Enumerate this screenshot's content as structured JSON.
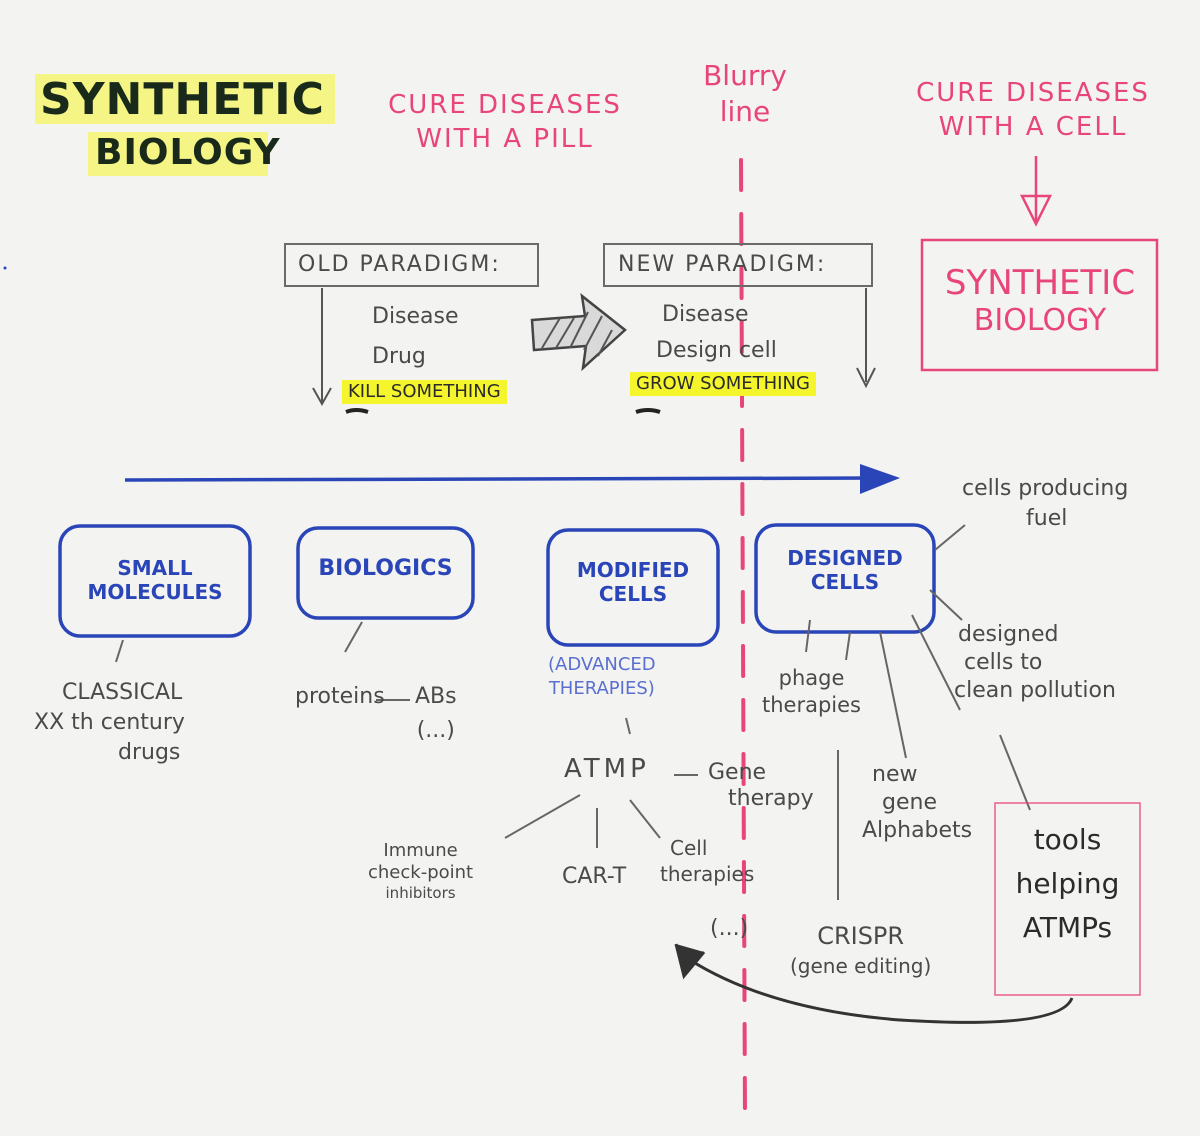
{
  "title": {
    "line1": "SYNTHETIC",
    "line2": "BIOLOGY"
  },
  "headers": {
    "left": [
      "CURE DISEASES",
      "WITH A PILL"
    ],
    "middle": [
      "Blurry",
      "line"
    ],
    "right": [
      "CURE DISEASES",
      "WITH A CELL"
    ]
  },
  "old_paradigm": {
    "label": "OLD PARADIGM:",
    "steps": [
      "Disease",
      "Drug",
      "KILL SOMETHING"
    ]
  },
  "new_paradigm": {
    "label": "NEW PARADIGM:",
    "steps": [
      "Disease",
      "Design cell",
      "GROW SOMETHING"
    ]
  },
  "synbio_box": [
    "SYNTHETIC",
    "BIOLOGY"
  ],
  "categories": {
    "small_molecules": [
      "SMALL",
      "MOLECULES"
    ],
    "biologics": [
      "BIOLOGICS"
    ],
    "modified_cells": [
      "MODIFIED",
      "CELLS"
    ],
    "designed_cells": [
      "DESIGNED",
      "CELLS"
    ]
  },
  "notes": {
    "classical": [
      "CLASSICAL",
      "XX th century",
      "drugs"
    ],
    "proteins": "proteins",
    "abs": [
      "ABs",
      "(...)"
    ],
    "advanced_therapies": [
      "(ADVANCED",
      "THERAPIES)"
    ],
    "atmp": "ATMP",
    "gene_therapy": [
      "Gene",
      "therapy"
    ],
    "immune": [
      "Immune",
      "check-point",
      "inhibitors"
    ],
    "car_t": "CAR-T",
    "cell_therapies": [
      "Cell",
      "therapies"
    ],
    "ellipsis_cell": "(...)",
    "cells_fuel": [
      "cells producing",
      "fuel"
    ],
    "phage": [
      "phage",
      "therapies"
    ],
    "designed_pollution": [
      "designed",
      "cells to",
      "clean pollution"
    ],
    "new_gene": [
      "new",
      "gene",
      "Alphabets"
    ],
    "crispr": [
      "CRISPR",
      "(gene editing)"
    ],
    "tools": [
      "tools",
      "helping",
      "ATMPs"
    ]
  },
  "colors": {
    "pink": "#e8457a",
    "blue": "#2a45b8",
    "highlight": "#f4f52c",
    "gray": "#4a4a4a"
  }
}
